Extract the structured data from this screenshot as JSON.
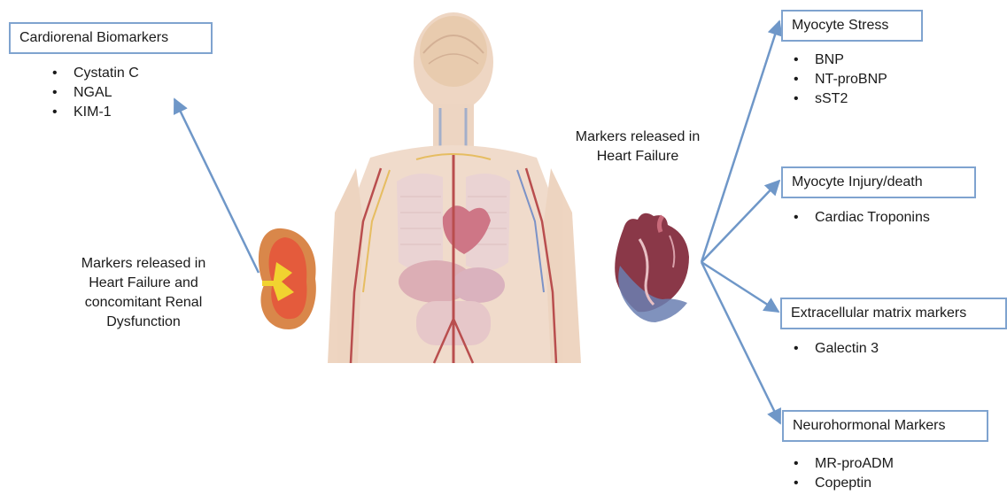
{
  "left": {
    "box_title": "Cardiorenal Biomarkers",
    "markers": [
      "Cystatin C",
      "NGAL",
      "KIM-1"
    ],
    "caption_lines": [
      "Markers released in",
      "Heart Failure and",
      "concomitant Renal",
      "Dysfunction"
    ]
  },
  "right": {
    "caption_lines": [
      "Markers released in",
      "Heart Failure"
    ],
    "categories": [
      {
        "title": "Myocyte Stress",
        "markers": [
          "BNP",
          "NT-proBNP",
          "sST2"
        ]
      },
      {
        "title": "Myocyte Injury/death",
        "markers": [
          "Cardiac Troponins"
        ]
      },
      {
        "title": "Extracellular matrix markers",
        "markers": [
          "Galectin 3"
        ]
      },
      {
        "title": "Neurohormonal Markers",
        "markers": [
          "MR-proADM",
          "Copeptin"
        ]
      }
    ]
  },
  "illustrations": [
    "human-body-anatomy",
    "kidney",
    "heart"
  ],
  "colors": {
    "box_border": "#7fa3cf",
    "arrow": "#6f97c8",
    "text": "#1a1a1a"
  }
}
